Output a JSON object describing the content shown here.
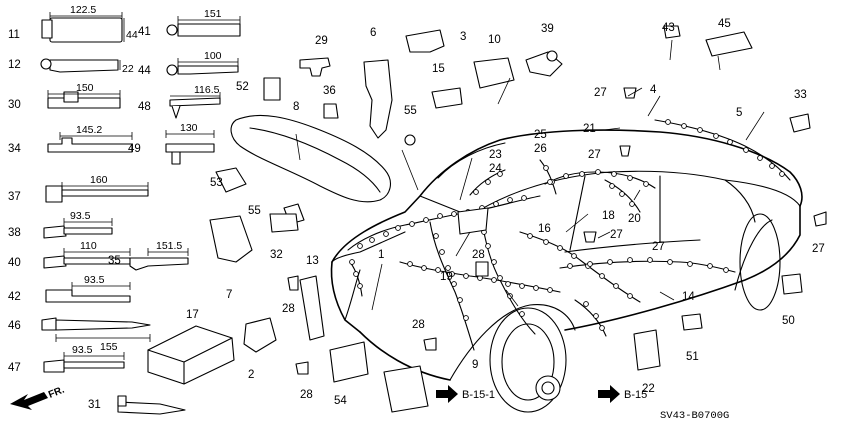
{
  "diagram_code": "SV43-B0700G",
  "front_arrow_label": "FR.",
  "references": {
    "b15_1": "B-15-1",
    "b15": "B-15"
  },
  "dimensions": {
    "p11": "122.5",
    "p11_side": "44",
    "p41": "151",
    "p12_side": "22",
    "p44": "100",
    "p30": "150",
    "p48": "116.5",
    "p34": "145.2",
    "p49": "130",
    "p37": "160",
    "p38": "93.5",
    "p40": "110",
    "p35": "151.5",
    "p42": "93.5",
    "p46": "155",
    "p47": "93.5"
  },
  "callouts": {
    "c1": "1",
    "c2": "2",
    "c3": "3",
    "c4": "4",
    "c5": "5",
    "c6": "6",
    "c7": "7",
    "c8": "8",
    "c9": "9",
    "c10": "10",
    "c11": "11",
    "c12": "12",
    "c13": "13",
    "c14": "14",
    "c15": "15",
    "c16": "16",
    "c17": "17",
    "c18": "18",
    "c19": "19",
    "c20": "20",
    "c21": "21",
    "c22": "22",
    "c23": "23",
    "c24": "24",
    "c25": "25",
    "c26": "26",
    "c27a": "27",
    "c27b": "27",
    "c27c": "27",
    "c27d": "27",
    "c27e": "27",
    "c28a": "28",
    "c28b": "28",
    "c28c": "28",
    "c28d": "28",
    "c29": "29",
    "c30": "30",
    "c31": "31",
    "c32": "32",
    "c33": "33",
    "c34": "34",
    "c35": "35",
    "c36": "36",
    "c37": "37",
    "c38": "38",
    "c39": "39",
    "c40": "40",
    "c41": "41",
    "c42": "42",
    "c43": "43",
    "c44": "44",
    "c45": "45",
    "c46": "46",
    "c47": "47",
    "c48": "48",
    "c49": "49",
    "c50": "50",
    "c51": "51",
    "c52": "52",
    "c53": "53",
    "c54": "54",
    "c55a": "55",
    "c55b": "55"
  },
  "icons": {
    "front_arrow": "arrow-down-left-icon",
    "ref_arrow": "arrow-right-icon"
  }
}
